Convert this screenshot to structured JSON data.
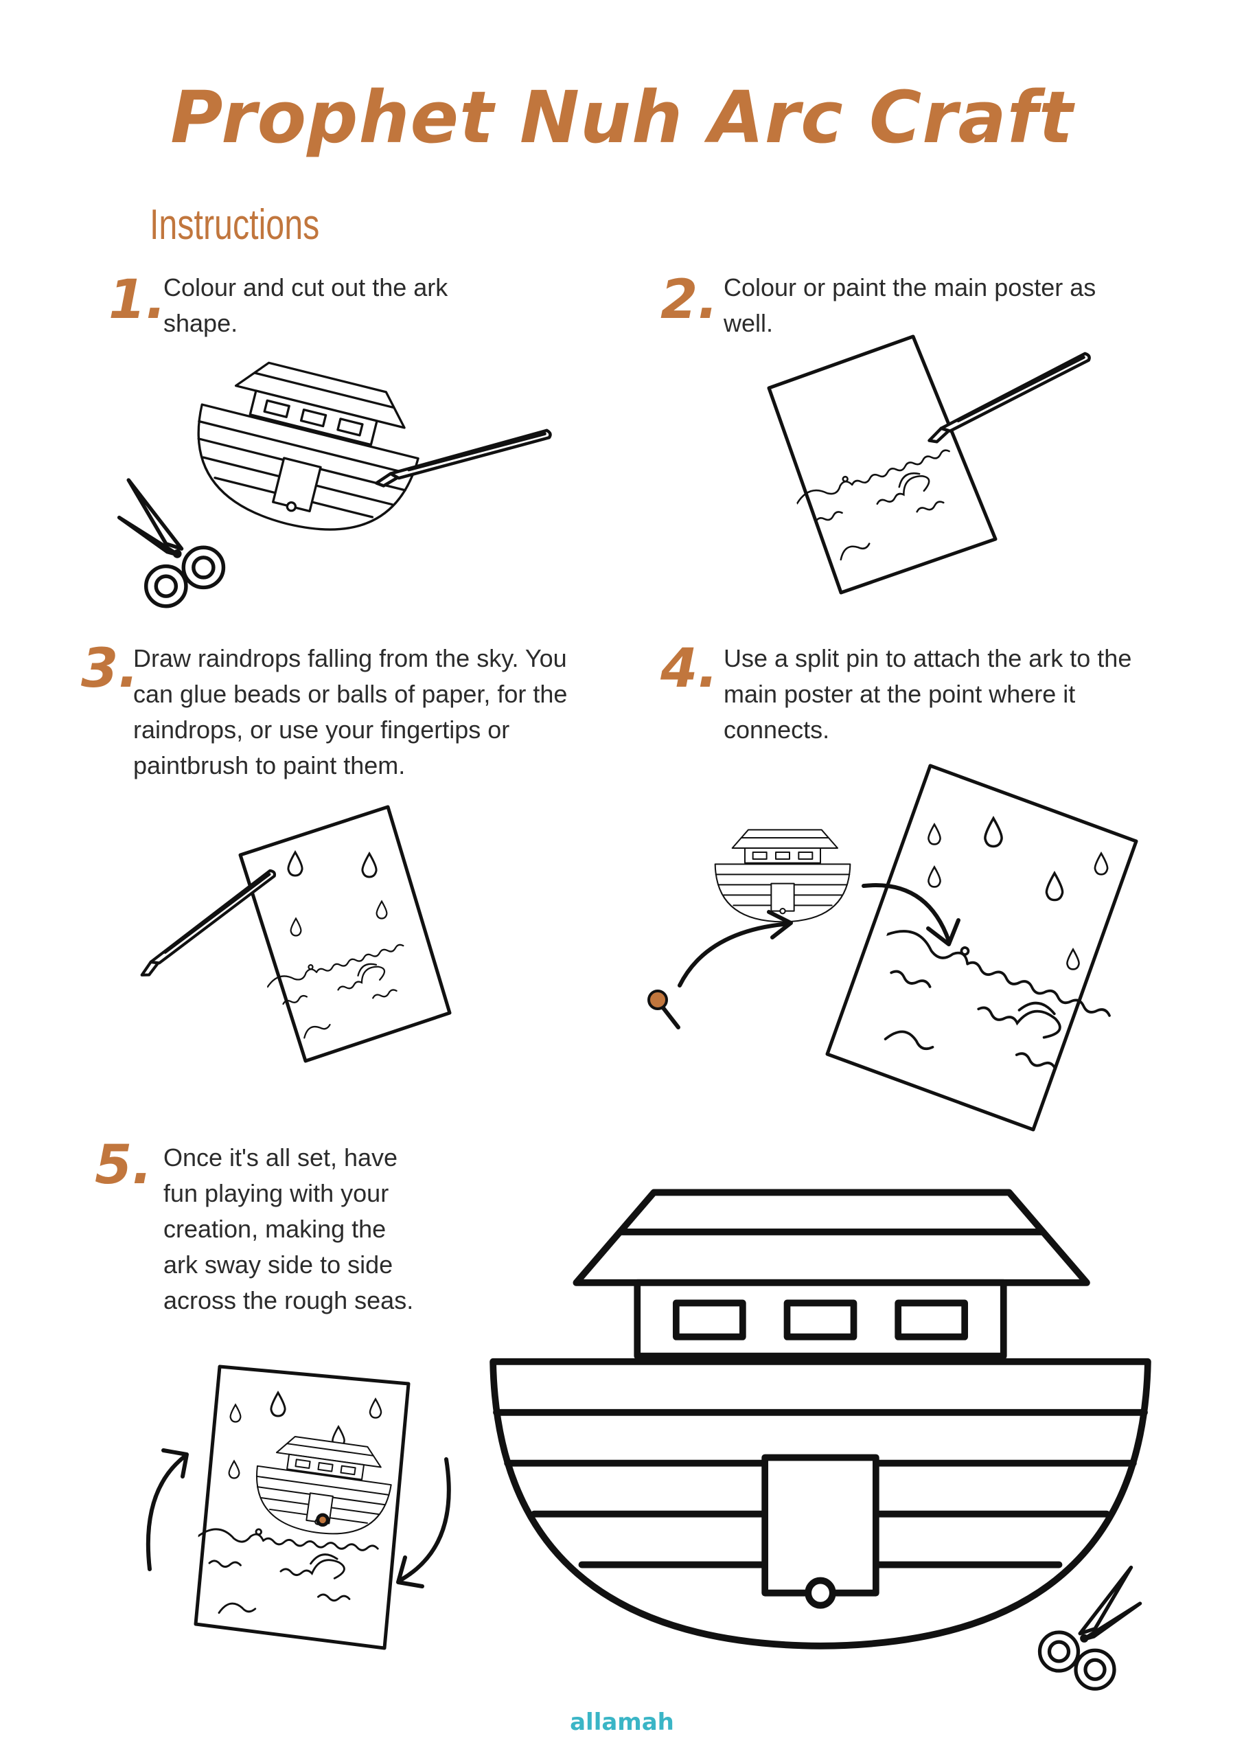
{
  "title": "Prophet Nuh Arc Craft",
  "subtitle": "Instructions",
  "steps": [
    {
      "number": "1.",
      "text": " Colour and cut out the ark\nshape."
    },
    {
      "number": "2.",
      "text": "Colour or paint the main poster as\nwell."
    },
    {
      "number": "3.",
      "text": "Draw raindrops falling from the sky. You\ncan glue beads or balls of paper, for the\nraindrops, or use your fingertips or\npaintbrush to paint them."
    },
    {
      "number": "4.",
      "text": "Use a split pin to attach the ark to the\nmain poster at the point where it\nconnects."
    },
    {
      "number": "5.",
      "text": "Once it's all set, have\nfun playing with your\ncreation, making the\nark sway side to side\nacross the rough seas."
    }
  ],
  "brand": "allamah",
  "colors": {
    "accent": "#c1763d",
    "brand": "#3ab5c6",
    "ink": "#1a1a1a"
  },
  "icons": [
    "ark-icon",
    "scissors-icon",
    "paintbrush-icon",
    "poster-icon",
    "raindrop-icon",
    "split-pin-icon",
    "arrow-icon"
  ]
}
